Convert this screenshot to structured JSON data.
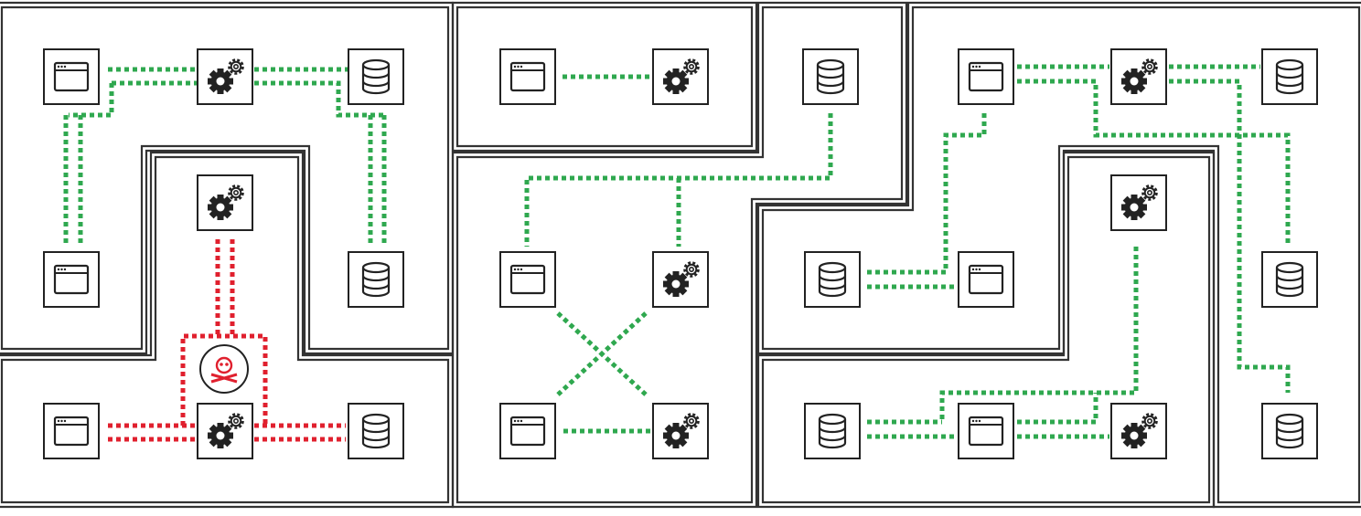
{
  "colors": {
    "background": "#ffffff",
    "border": "#333333",
    "icon": "#222222",
    "secure_link": "#2fa84f",
    "compromised_link": "#e0202e"
  },
  "legend_icons": [
    "app-window-icon",
    "gear-service-icon",
    "database-icon",
    "skull-crossbones-icon"
  ],
  "diagram": {
    "description_visible_text": "",
    "segments": [
      {
        "id": "segment-top-left",
        "nodes": [
          "window",
          "gears",
          "database",
          "window",
          "database"
        ]
      },
      {
        "id": "segment-compromised",
        "nodes": [
          "gears",
          "window",
          "gears",
          "database"
        ],
        "threat": "skull-crossbones-icon"
      },
      {
        "id": "segment-top-middle",
        "nodes": [
          "window",
          "gears"
        ]
      },
      {
        "id": "segment-middle",
        "nodes": [
          "database",
          "window",
          "gears",
          "window",
          "gears"
        ]
      },
      {
        "id": "segment-right-upper",
        "nodes": [
          "database",
          "window"
        ]
      },
      {
        "id": "segment-right-lower",
        "nodes": [
          "gears",
          "database",
          "window",
          "gears"
        ]
      },
      {
        "id": "segment-far-right",
        "nodes": [
          "window",
          "gears",
          "database",
          "database",
          "database"
        ]
      }
    ]
  }
}
